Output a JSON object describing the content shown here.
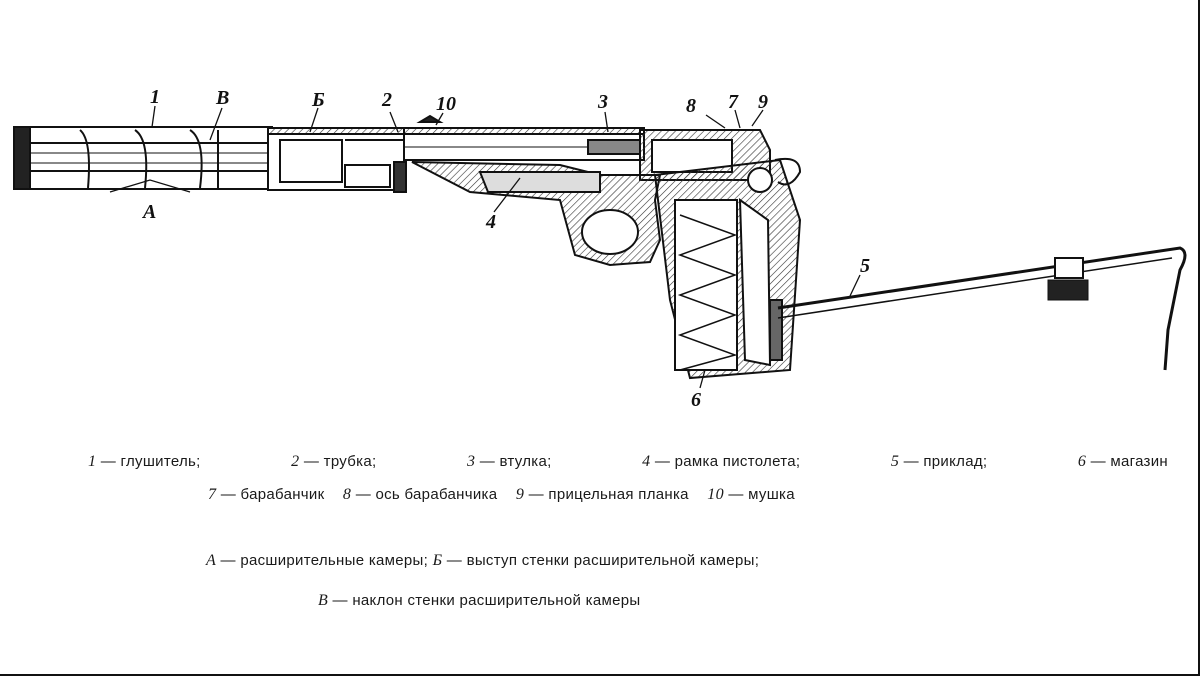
{
  "callouts": {
    "c1": "1",
    "cB_upper": "В",
    "cBe": "Б",
    "c2": "2",
    "c10": "10",
    "c3": "3",
    "c8": "8",
    "c7": "7",
    "c9": "9",
    "c4": "4",
    "cA": "А",
    "c5": "5",
    "c6": "6"
  },
  "legend": {
    "items": [
      {
        "num": "1",
        "text": "— глушитель;"
      },
      {
        "num": "2",
        "text": "— трубка;"
      },
      {
        "num": "3",
        "text": "— втулка;"
      },
      {
        "num": "4",
        "text": "— рамка пистолета;"
      },
      {
        "num": "5",
        "text": "— приклад;"
      },
      {
        "num": "6",
        "text": "— магазин"
      }
    ],
    "items2": [
      {
        "num": "7",
        "text": "— барабанчик"
      },
      {
        "num": "8",
        "text": "— ось барабанчика"
      },
      {
        "num": "9",
        "text": "— прицельная планка"
      },
      {
        "num": "10",
        "text": "— мушка"
      }
    ],
    "letters": [
      {
        "num": "А",
        "text": "— расширительные камеры;"
      },
      {
        "num": "Б",
        "text": "— выступ стенки расширительной камеры;"
      }
    ],
    "letters2": [
      {
        "num": "В",
        "text": "— наклон стенки расширительной камеры"
      }
    ]
  }
}
